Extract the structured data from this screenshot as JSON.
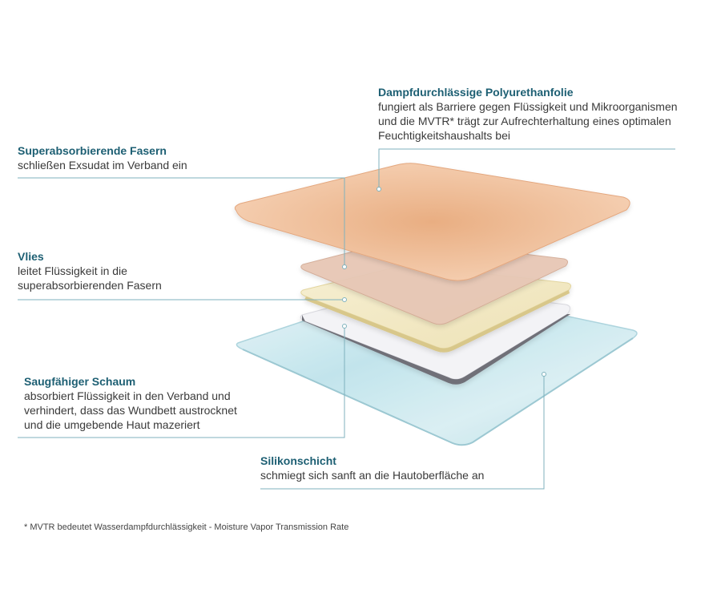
{
  "layers": [
    {
      "key": "film",
      "title": "Dampfdurchlässige Polyurethanfolie",
      "description": "fungiert als Barriere gegen Flüssigkeit und Mikroorganismen\nund die MVTR* trägt zur Aufrechterhaltung eines optimalen\nFeuchtigkeitshaushalts bei"
    },
    {
      "key": "fibers",
      "title": "Superabsorbierende Fasern",
      "description": "schließen Exsudat im Verband ein"
    },
    {
      "key": "fleece",
      "title": "Vlies",
      "description": "leitet Flüssigkeit in die\nsuperabsorbierenden Fasern"
    },
    {
      "key": "foam",
      "title": "Saugfähiger Schaum",
      "description": "absorbiert Flüssigkeit in den Verband und\nverhindert, dass das Wundbett austrocknet\nund die umgebende Haut mazeriert"
    },
    {
      "key": "silicone",
      "title": "Silikonschicht",
      "description": "schmiegt sich sanft an die Hautoberfläche an"
    }
  ],
  "footnote": "* MVTR bedeutet Wasserdampfdurchlässigkeit - Moisture Vapor Transmission Rate",
  "colors": {
    "heading": "#1d5f73",
    "leader_line": "#7fb2bd",
    "film": "#efbd96",
    "fibers": "#e6c6b4",
    "fleece": "#f3ebc8",
    "foam": "#f2f2f4",
    "silicone": "#cfeaf0"
  }
}
